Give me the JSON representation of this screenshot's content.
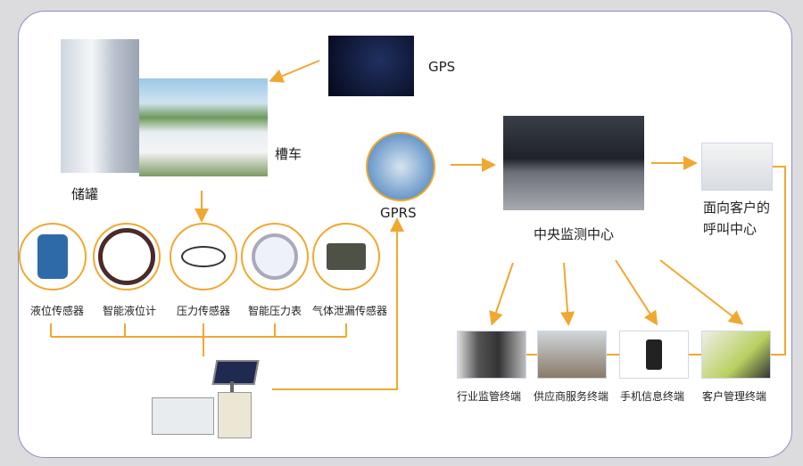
{
  "title": "储罐槽车监控系统示意图",
  "nodes": {
    "tank": "储罐",
    "truck": "槽车",
    "gps": "GPS",
    "gprs": "GPRS",
    "center": "中央监测中心",
    "callcenter_line1": "面向客户的",
    "callcenter_line2": "呼叫中心"
  },
  "sensors": [
    "液位传感器",
    "智能液位计",
    "压力传感器",
    "智能压力表",
    "气体泄漏传感器"
  ],
  "terminals": [
    "行业监管终端",
    "供应商服务终端",
    "手机信息终端",
    "客户管理终端"
  ],
  "colors": {
    "arrow": "#f0a830",
    "border": "#8a8fc8"
  }
}
